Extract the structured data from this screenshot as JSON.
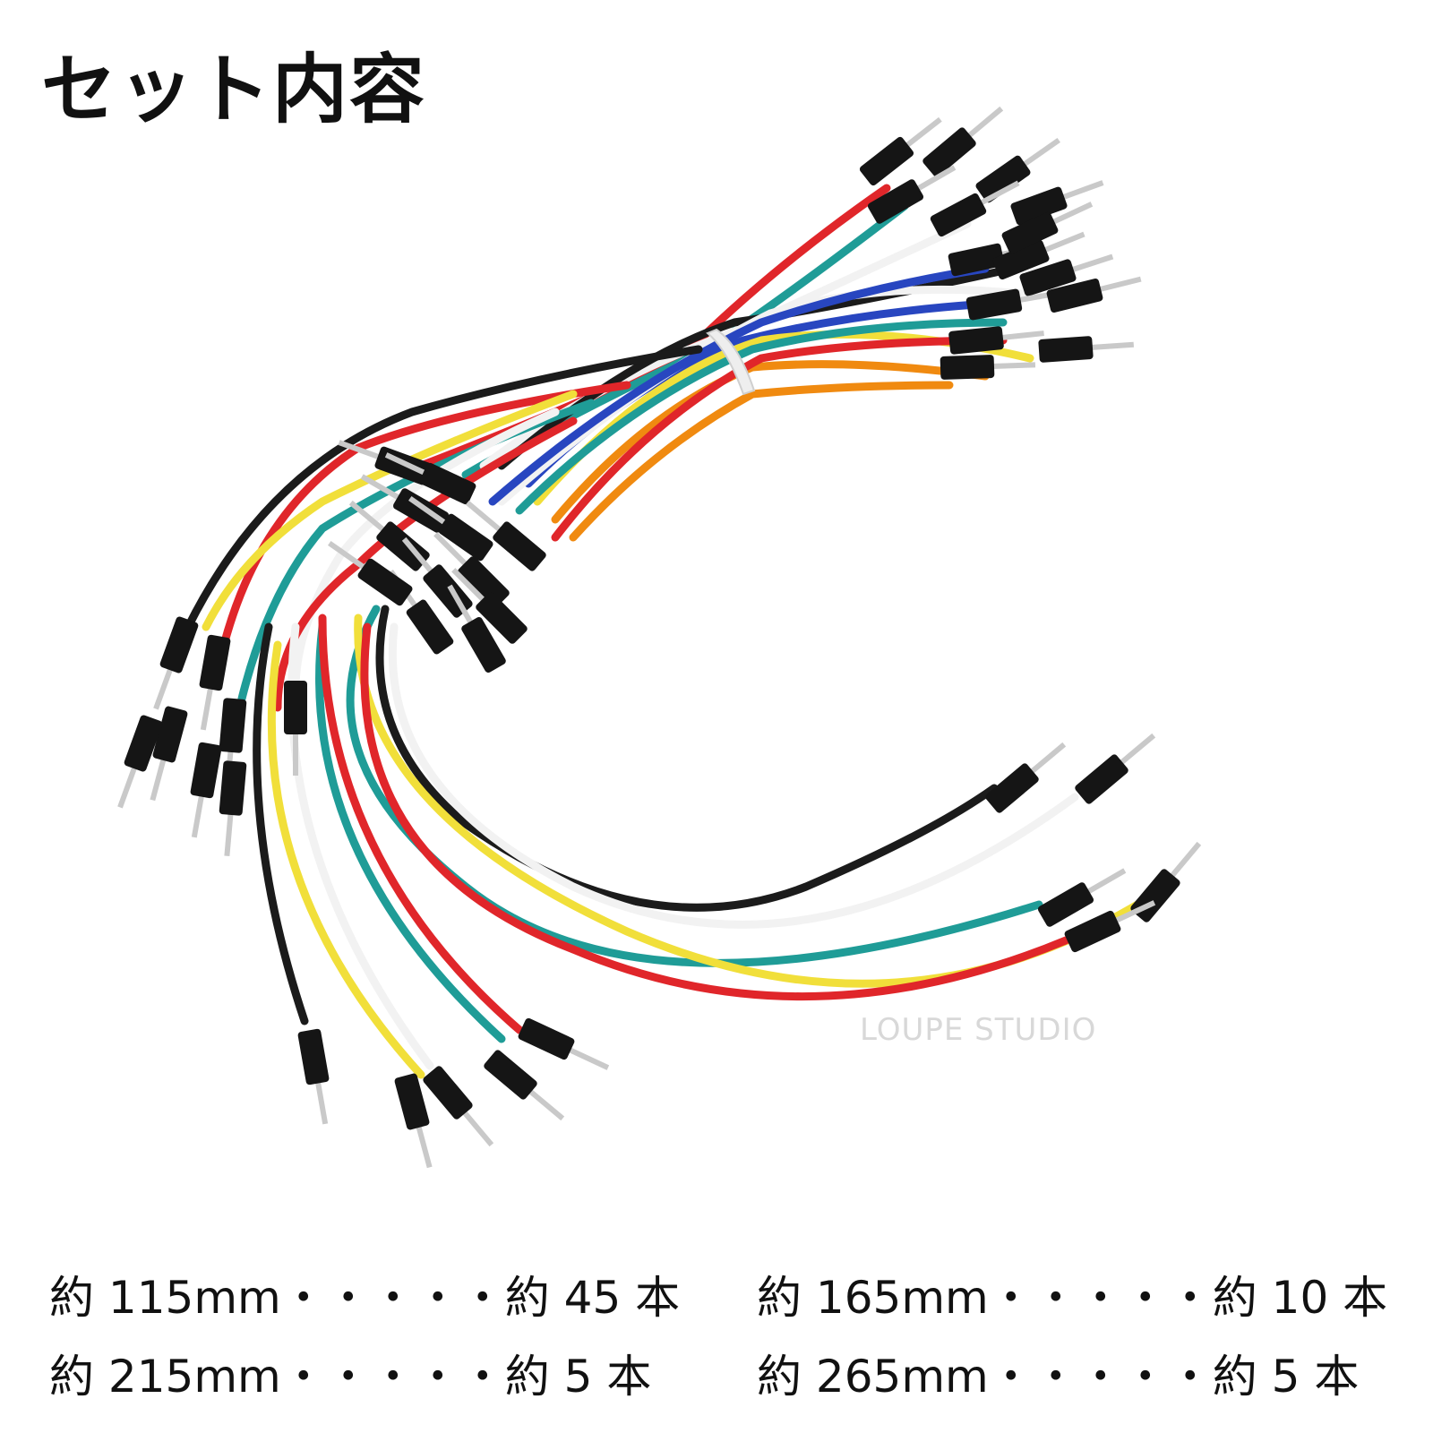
{
  "title": "セット内容",
  "watermark": "LOUPE STUDIO",
  "specs": [
    [
      "約 115mm・・・・・約 45 本",
      "約 165mm・・・・・約 10 本"
    ],
    [
      "約 215mm・・・・・約 5 本",
      "約 265mm・・・・・約 5 本"
    ]
  ],
  "colors": {
    "red": "#e0262a",
    "white": "#f2f2f2",
    "black": "#1b1b1b",
    "teal": "#1f9c97",
    "yellow": "#f1df3a",
    "orange": "#f08a10",
    "blue": "#2846c0",
    "connector": "#151515",
    "pin": "#c9c9c9"
  }
}
